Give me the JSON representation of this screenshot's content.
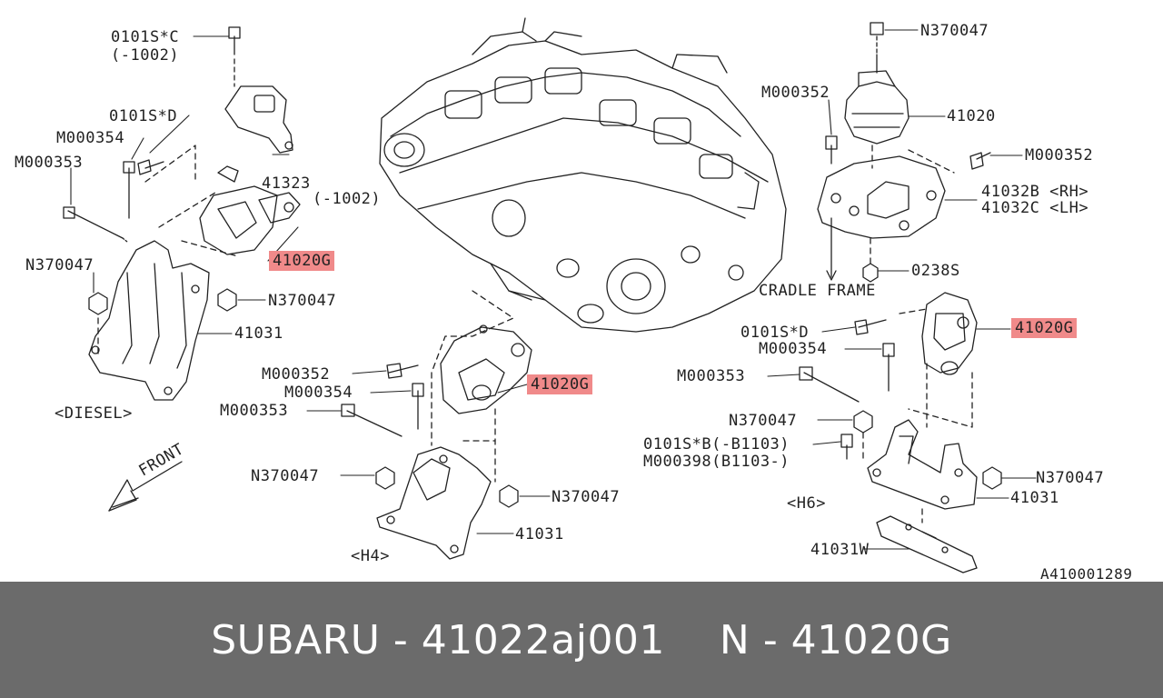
{
  "colors": {
    "highlight": "#f08a8a",
    "footer_bg": "#6b6b6b",
    "line": "#222222"
  },
  "labels": {
    "l01": "0101S*C",
    "l02": "(-1002)",
    "l03": "0101S*D",
    "l04": "M000354",
    "l05": "M000353",
    "l06": "41323",
    "l07": "(-1002)",
    "l08": "41020G",
    "l09": "N370047",
    "l10": "N370047",
    "l11": "41031",
    "l12": "<DIESEL>",
    "l13": "FRONT",
    "l14": "M000352",
    "l15": "M000354",
    "l16": "M000353",
    "l17": "41020G",
    "l18": "N370047",
    "l19": "N370047",
    "l20": "41031",
    "l21": "<H4>",
    "l22": "N370047",
    "l23": "M000352",
    "l24": "41020",
    "l25": "M000352",
    "l26": "41032B <RH>",
    "l27": "41032C <LH>",
    "l28": "0238S",
    "l29": "CRADLE FRAME",
    "l30": "0101S*D",
    "l31": "41020G",
    "l32": "M000354",
    "l33": "M000353",
    "l34": "N370047",
    "l35": "0101S*B(-B1103)",
    "l36": "M000398(B1103-)",
    "l37": "N370047",
    "l38": "41031",
    "l39": "<H6>",
    "l40": "41031W",
    "l41": "A410001289"
  },
  "footer": {
    "left": "SUBARU - 41022aj001",
    "right": "N - 41020G"
  }
}
